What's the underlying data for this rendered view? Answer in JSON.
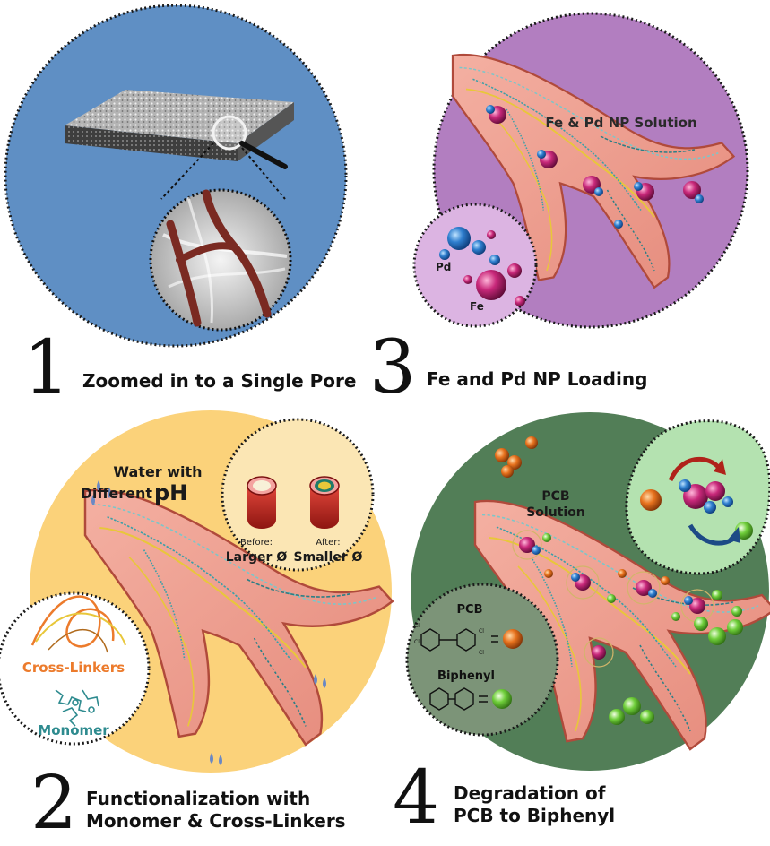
{
  "panels": [
    {
      "number": "1",
      "caption_lines": [
        "Zoomed in to a Single Pore"
      ]
    },
    {
      "number": "3",
      "caption_lines": [
        "Fe and Pd NP Loading"
      ]
    },
    {
      "number": "2",
      "caption_lines": [
        "Functionalization with",
        "Monomer & Cross-Linkers"
      ]
    },
    {
      "number": "4",
      "caption_lines": [
        "Degradation of",
        "PCB to Biphenyl"
      ]
    }
  ],
  "labels": {
    "fe_pd_solution": "Fe & Pd NP Solution",
    "pd": "Pd",
    "fe": "Fe",
    "water_line1": "Water with",
    "water_line2": "Different ",
    "ph": "pH",
    "before": "Before:",
    "larger": "Larger Ø",
    "after": "After:",
    "smaller": "Smaller Ø",
    "cross_linkers": "Cross-Linkers",
    "monomer": "Monomer",
    "pcb_solution_line1": "PCB",
    "pcb_solution_line2": "Solution",
    "pcb": "PCB",
    "biphenyl": "Biphenyl",
    "cl": "Cl"
  },
  "colors": {
    "panel1_bg": "#5f8fc4",
    "panel3_bg": "#b27ec0",
    "panel3_inset": "#dcb4e2",
    "panel2_bg": "#fbd27a",
    "panel2_inset": "#fbe6b4",
    "panel4_bg": "#527e57",
    "panel4_inset_light": "#b4e2b0",
    "panel4_inset_gray": "#7c9478",
    "pore_tissue": "#f0a79a",
    "pore_rim": "#c55b4a",
    "fiber_red": "#7a2a22",
    "pd_blue": "#2f7fcf",
    "fe_magenta": "#c8287a",
    "cross_linker_orange": "#ec7b2c",
    "monomer_teal": "#2e8b8f",
    "pcb_orange": "#e8731e",
    "biphenyl_green": "#6fce3a"
  },
  "icons": [
    "magnifying-glass-icon",
    "water-droplet-icon",
    "nanoparticle-icon",
    "arrow-icon",
    "benzene-ring-icon"
  ]
}
